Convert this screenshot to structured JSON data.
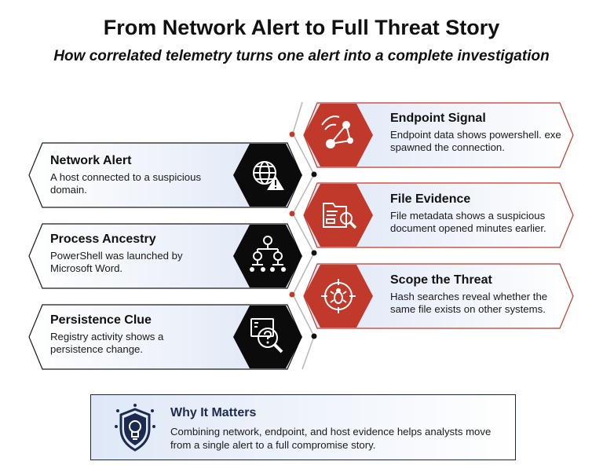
{
  "header": {
    "title": "From Network Alert to Full Threat Story",
    "subtitle": "How correlated telemetry turns one alert into a complete investigation"
  },
  "colors": {
    "accent_red": "#c0392b",
    "dark": "#0b0b0b",
    "navy": "#1b2a4e",
    "left_card_fill": "#eef2f9",
    "right_card_fill": "#e9eef8"
  },
  "left_cards": [
    {
      "title": "Network Alert",
      "text": "A host connected to a suspicious domain.",
      "icon": "globe-warning-icon"
    },
    {
      "title": "Process Ancestry",
      "text": "PowerShell was launched by Microsoft Word.",
      "icon": "process-tree-icon"
    },
    {
      "title": "Persistence Clue",
      "text": "Registry activity shows a persistence change.",
      "icon": "registry-search-icon"
    }
  ],
  "right_cards": [
    {
      "title": "Endpoint Signal",
      "text": "Endpoint data shows powershell. exe spawned the connection.",
      "icon": "node-signal-icon"
    },
    {
      "title": "File Evidence",
      "text": "File metadata shows a suspicious document opened minutes earlier.",
      "icon": "file-search-icon"
    },
    {
      "title": "Scope the Threat",
      "text": "Hash searches reveal whether the same file exists on other systems.",
      "icon": "target-bug-icon"
    }
  ],
  "why_it_matters": {
    "title": "Why It Matters",
    "text": "Combining network, endpoint, and host evidence helps analysts move from a single alert to a full compromise story.",
    "icon": "shield-lightbulb-icon"
  }
}
